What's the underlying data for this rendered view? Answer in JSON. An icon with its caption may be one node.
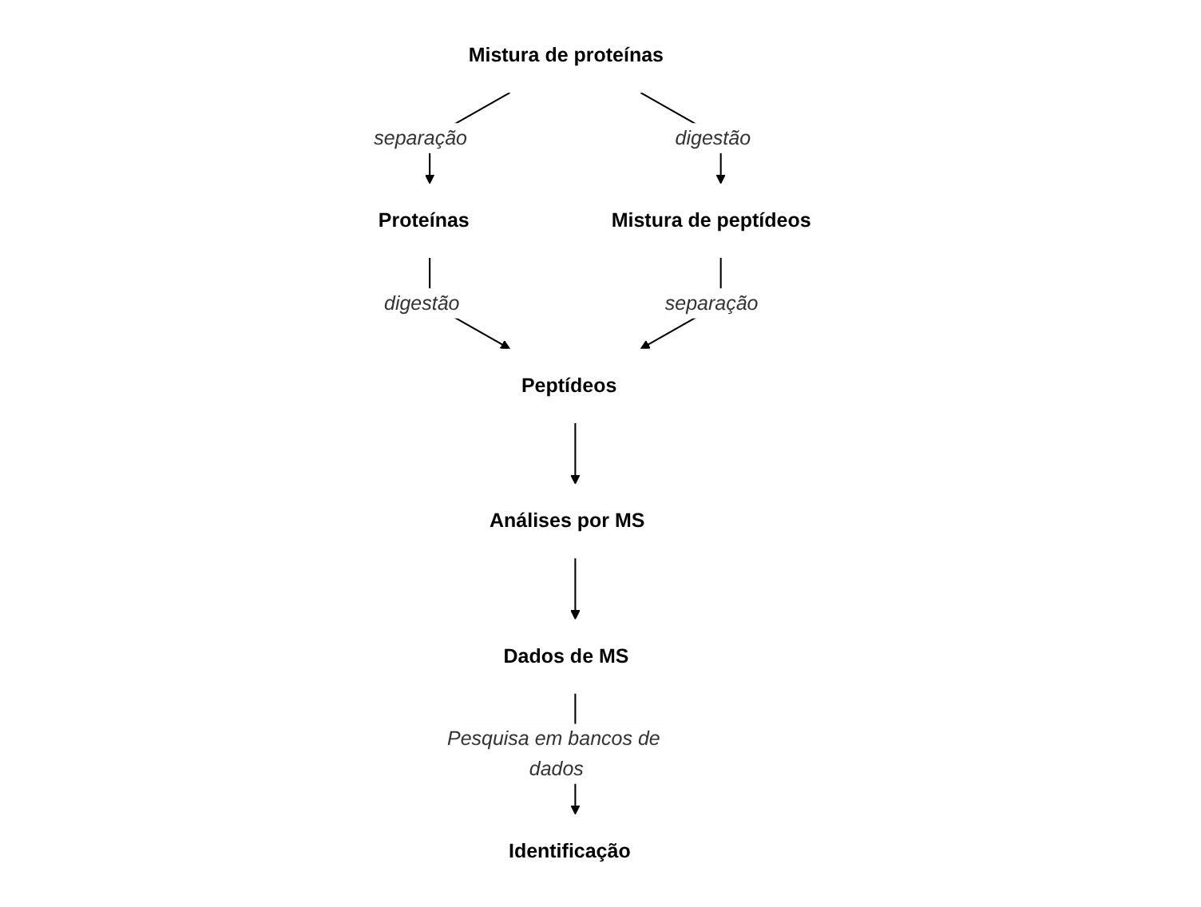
{
  "diagram": {
    "nodes": [
      {
        "text": [
          "Mistura de proteínas"
        ]
      },
      {
        "text": [
          "Proteínas"
        ]
      },
      {
        "text": [
          "Mistura de peptídeos"
        ]
      },
      {
        "text": [
          "Peptídeos"
        ]
      },
      {
        "text": [
          "Análises por MS"
        ]
      },
      {
        "text": [
          "Dados de MS"
        ]
      },
      {
        "text": [
          "Identificação"
        ]
      }
    ],
    "edges": [
      {
        "from": 0,
        "to": 1,
        "arrow": "to",
        "label": "separação"
      },
      {
        "from": 0,
        "to": 2,
        "arrow": "to",
        "label": "digestão"
      },
      {
        "from": 1,
        "to": 3,
        "arrow": "to",
        "label": "digestão"
      },
      {
        "from": 2,
        "to": 3,
        "arrow": "to",
        "label": "separação"
      },
      {
        "from": 3,
        "to": 4,
        "arrow": "to"
      },
      {
        "from": 4,
        "to": 5,
        "arrow": "to"
      },
      {
        "from": 5,
        "to": 6,
        "arrow": "to",
        "label": "Pesquisa em bancos de dados"
      }
    ]
  }
}
